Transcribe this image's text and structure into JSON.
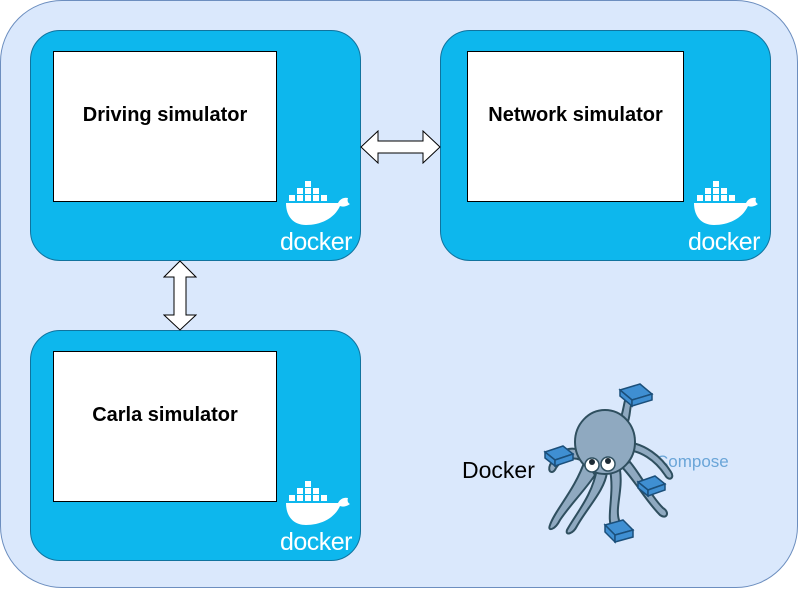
{
  "boxes": {
    "driving": {
      "label": "Driving simulator",
      "logo": "docker"
    },
    "network": {
      "label": "Network simulator",
      "logo": "docker"
    },
    "carla": {
      "label": "Carla simulator",
      "logo": "docker"
    }
  },
  "compose_logo": {
    "docker_text": "Docker",
    "compose_text": "Compose",
    "icon": "docker-compose-octopus-icon"
  },
  "colors": {
    "outer_fill": "#dae8fc",
    "outer_stroke": "#6c8ebf",
    "container_fill": "#0db7ed",
    "container_stroke": "#10739e",
    "compose_text": "#6aa5d8"
  },
  "edges": [
    {
      "from": "Driving simulator",
      "to": "Network simulator",
      "style": "double-arrow"
    },
    {
      "from": "Driving simulator",
      "to": "Carla simulator",
      "style": "double-arrow"
    }
  ]
}
